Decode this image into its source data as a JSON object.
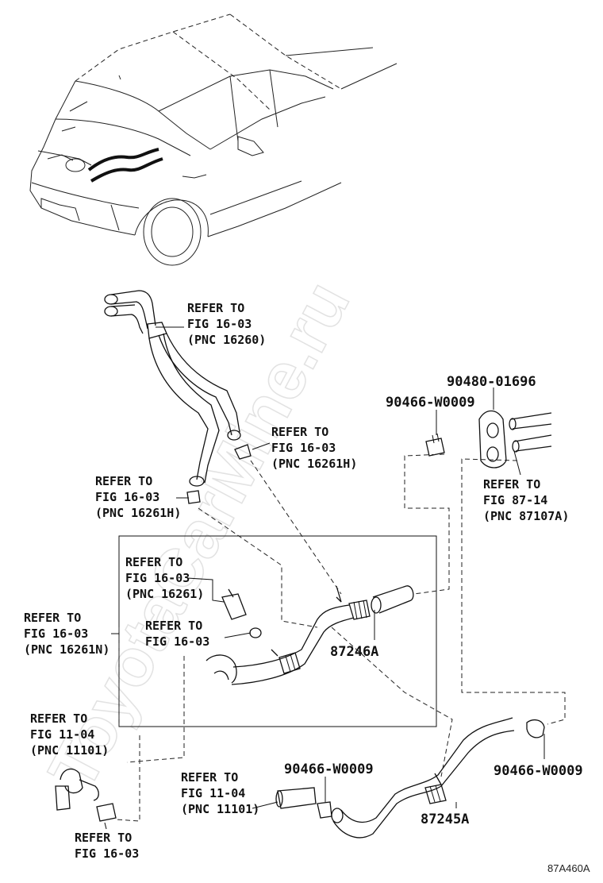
{
  "watermark": "ToyotaCarMine.ru",
  "diagram_code": "87A460A",
  "part_numbers": {
    "p87246a": "87246A",
    "p87245a": "87245A",
    "p90480": "90480-01696",
    "p90466_top": "90466-W0009",
    "p90466_mid": "90466-W0009",
    "p90466_right": "90466-W0009"
  },
  "refs": {
    "r1": [
      "REFER TO",
      "FIG 16-03",
      "(PNC 16260)"
    ],
    "r2": [
      "REFER TO",
      "FIG 16-03",
      "(PNC 16261H)"
    ],
    "r3": [
      "REFER TO",
      "FIG 16-03",
      "(PNC 16261H)"
    ],
    "r4": [
      "REFER TO",
      "FIG 87-14",
      "(PNC 87107A)"
    ],
    "r5": [
      "REFER TO",
      "FIG 16-03",
      "(PNC 16261)"
    ],
    "r6": [
      "REFER TO",
      "FIG 16-03"
    ],
    "r7": [
      "REFER TO",
      "FIG 16-03",
      "(PNC 16261N)"
    ],
    "r8": [
      "REFER TO",
      "FIG 11-04",
      "(PNC 11101)"
    ],
    "r9": [
      "REFER TO",
      "FIG 11-04",
      "(PNC 11101)"
    ],
    "r10": [
      "REFER TO",
      "FIG 16-03"
    ]
  }
}
